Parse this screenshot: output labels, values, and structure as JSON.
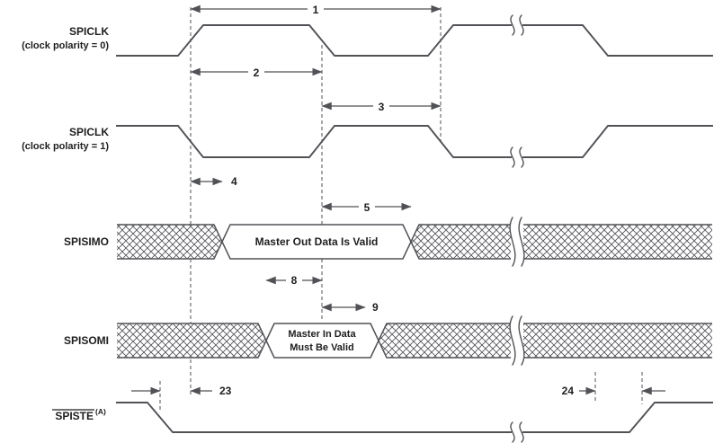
{
  "diagram": {
    "signals": {
      "clk0": {
        "name": "SPICLK",
        "sub": "(clock polarity = 0)"
      },
      "clk1": {
        "name": "SPICLK",
        "sub": "(clock polarity = 1)"
      },
      "simo": {
        "name": "SPISIMO",
        "valid_text": "Master Out Data Is Valid"
      },
      "somi": {
        "name": "SPISOMI",
        "valid_line1": "Master In Data",
        "valid_line2": "Must Be Valid"
      },
      "ste": {
        "name": "SPISTE",
        "note_ref": "(A)"
      }
    },
    "dims": {
      "d1": "1",
      "d2": "2",
      "d3": "3",
      "d4": "4",
      "d5": "5",
      "d8": "8",
      "d9": "9",
      "d23": "23",
      "d24": "24"
    },
    "colors": {
      "stroke": "#515256",
      "text": "#1e1e1e",
      "background": "#ffffff"
    }
  }
}
